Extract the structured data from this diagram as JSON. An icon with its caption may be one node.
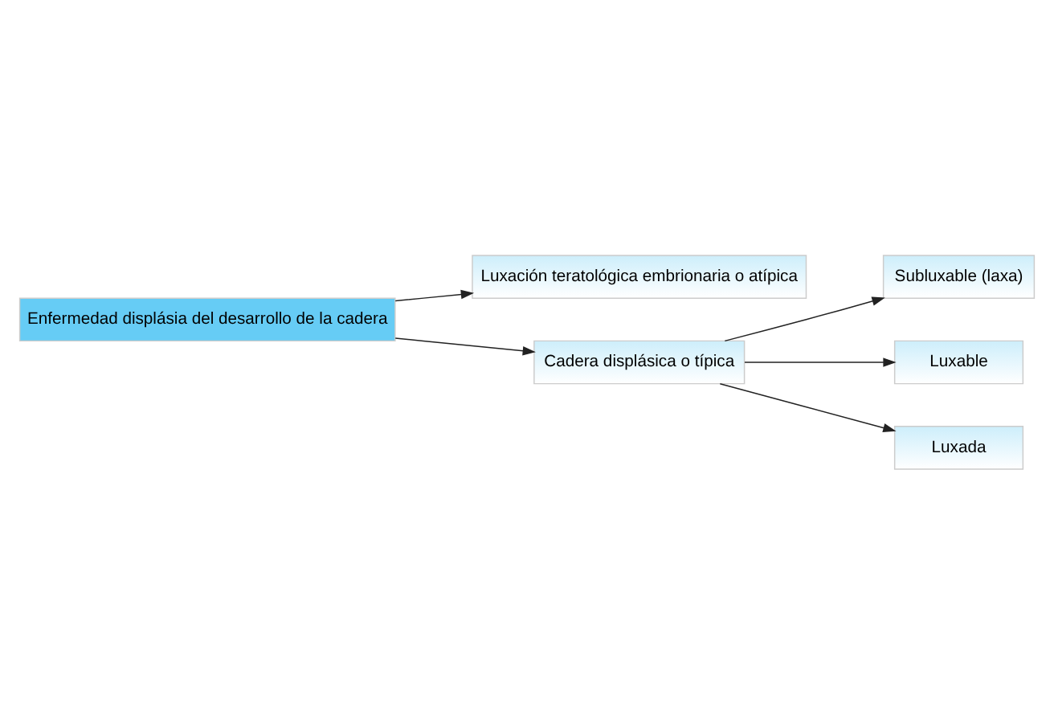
{
  "diagram": {
    "nodes": [
      {
        "text": [
          "Enfermedad displásia del desarrollo de la cadera"
        ]
      },
      {
        "text": [
          "Luxación teratológica embrionaria o atípica"
        ]
      },
      {
        "text": [
          "Cadera displásica o típica"
        ]
      },
      {
        "text": [
          "Subluxable (laxa)"
        ]
      },
      {
        "text": [
          "Luxable"
        ]
      },
      {
        "text": [
          "Luxada"
        ]
      }
    ],
    "edges": [
      {
        "from": 0,
        "to": 1,
        "arrow": "to"
      },
      {
        "from": 0,
        "to": 2,
        "arrow": "to"
      },
      {
        "from": 2,
        "to": 3,
        "arrow": "to"
      },
      {
        "from": 2,
        "to": 4,
        "arrow": "to"
      },
      {
        "from": 2,
        "to": 5,
        "arrow": "to"
      }
    ]
  }
}
